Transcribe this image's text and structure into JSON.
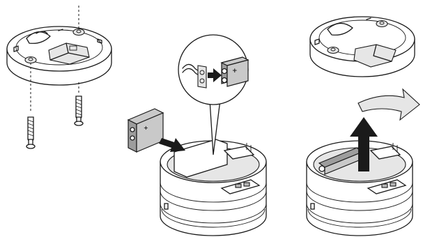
{
  "figure": {
    "panels": [
      {
        "id": "mount-base",
        "icons": [
          "mounting-plate-icon",
          "screw-icon",
          "screw-icon"
        ]
      },
      {
        "id": "connect-battery",
        "icons": [
          "battery-icon",
          "battery-clip-icon",
          "push-arrow-icon",
          "detector-body-icon"
        ]
      },
      {
        "id": "attach-detector",
        "icons": [
          "mounting-plate-icon",
          "lift-arrow-icon",
          "rotate-arrow-icon",
          "detector-body-icon"
        ]
      }
    ],
    "battery_marks": {
      "plus": "+",
      "minus": "-"
    }
  }
}
